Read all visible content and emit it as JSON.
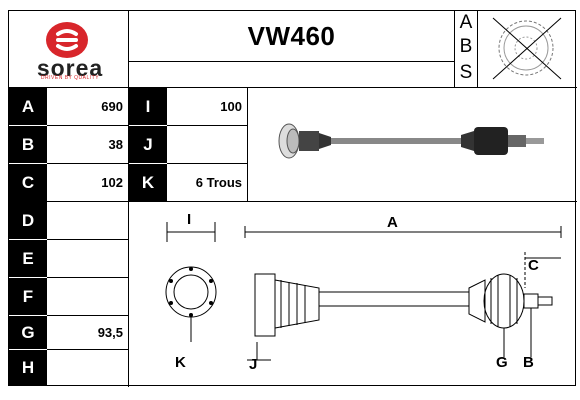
{
  "brand": {
    "name": "sorea",
    "tagline": "DRIVEN BY QUALITY",
    "red": "#d8262b"
  },
  "title": "VW460",
  "abs_panel": {
    "letters": [
      "A",
      "B",
      "S"
    ],
    "icon": "abs-ring-crossed-out-icon"
  },
  "spec_rows": [
    {
      "letter": "A",
      "value": "690"
    },
    {
      "letter": "B",
      "value": "38"
    },
    {
      "letter": "C",
      "value": "102"
    },
    {
      "letter": "D",
      "value": ""
    },
    {
      "letter": "E",
      "value": ""
    },
    {
      "letter": "F",
      "value": ""
    },
    {
      "letter": "G",
      "value": "93,5"
    },
    {
      "letter": "H",
      "value": ""
    }
  ],
  "spec_rows_extra": [
    {
      "letter": "I",
      "value": "100"
    },
    {
      "letter": "J",
      "value": ""
    },
    {
      "letter": "K",
      "value": "6 Trous"
    }
  ],
  "diagram_labels": {
    "I": "I",
    "A": "A",
    "C": "C",
    "K": "K",
    "J": "J",
    "G": "G",
    "B": "B"
  }
}
